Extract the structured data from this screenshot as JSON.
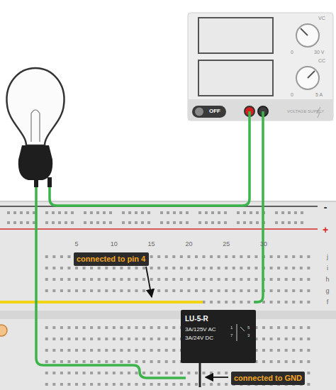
{
  "diagram": {
    "nodes": [
      {
        "text": [
          "VC",
          "0",
          "30 V",
          "CC",
          "0",
          "5 A",
          "OFF",
          "VOLTAGE SUPPLY"
        ]
      },
      {
        "text": [
          "connected to pin 4"
        ]
      },
      {
        "text": [
          "LU-5-R",
          "3A/125V AC",
          "3A/24V DC",
          "1",
          "5",
          "3",
          "7"
        ]
      },
      {
        "text": [
          "connected to GND"
        ]
      }
    ],
    "labels": [
      "5",
      "10",
      "15",
      "20",
      "25",
      "30",
      "j",
      "i",
      "h",
      "g",
      "f",
      "-",
      "+"
    ]
  }
}
